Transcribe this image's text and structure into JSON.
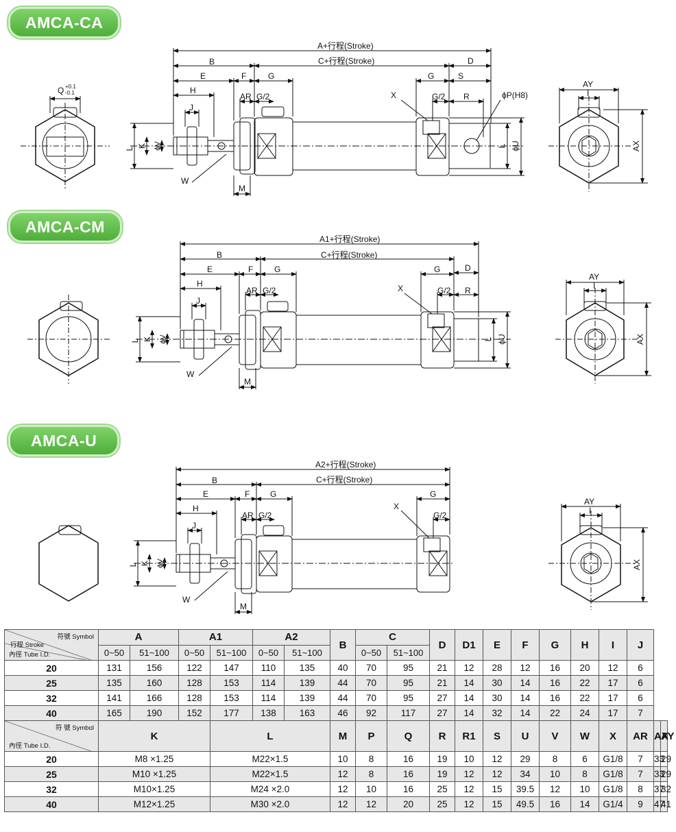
{
  "sections": [
    {
      "badge": "AMCA-CA"
    },
    {
      "badge": "AMCA-CM"
    },
    {
      "badge": "AMCA-U"
    }
  ],
  "dims_ca": {
    "q": "Q",
    "q_tol_up": "+0.1",
    "q_tol_dn": "-0.1",
    "a": "A+行程(Stroke)",
    "c": "C+行程(Stroke)",
    "b": "B",
    "d": "D",
    "e": "E",
    "f": "F",
    "g": "G",
    "g2": "G/2",
    "h": "H",
    "j": "J",
    "ar": "AR",
    "s": "S",
    "r": "R",
    "x": "X",
    "p": "ϕP(H8)",
    "l": "L",
    "k": "K",
    "v": "ϕV",
    "u": "ϕU",
    "w": "W",
    "m": "M",
    "ay": "AY",
    "i": "I",
    "ax": "AX"
  },
  "dims_cm": {
    "a1": "A1+行程(Stroke)",
    "c": "C+行程(Stroke)"
  },
  "dims_u": {
    "a2": "A2+行程(Stroke)",
    "c": "C+行程(Stroke)"
  },
  "table": {
    "corner1": {
      "symbol": "符號 Symbol",
      "stroke": "行程 Stroke",
      "tube": "內徑 Tube I.D."
    },
    "corner2": {
      "symbol": "符 號 Symbol",
      "tube": "內徑 Tube I.D."
    },
    "h1": [
      "A",
      "A1",
      "A2",
      "B",
      "C",
      "D",
      "D1",
      "E",
      "F",
      "G",
      "H",
      "I",
      "J"
    ],
    "stroke_ranges": [
      "0~50",
      "51~100"
    ],
    "rows1": [
      [
        "20",
        "131",
        "156",
        "122",
        "147",
        "110",
        "135",
        "40",
        "70",
        "95",
        "21",
        "12",
        "28",
        "12",
        "16",
        "20",
        "12",
        "6"
      ],
      [
        "25",
        "135",
        "160",
        "128",
        "153",
        "114",
        "139",
        "44",
        "70",
        "95",
        "21",
        "14",
        "30",
        "14",
        "16",
        "22",
        "17",
        "6"
      ],
      [
        "32",
        "141",
        "166",
        "128",
        "153",
        "114",
        "139",
        "44",
        "70",
        "95",
        "27",
        "14",
        "30",
        "14",
        "16",
        "22",
        "17",
        "6"
      ],
      [
        "40",
        "165",
        "190",
        "152",
        "177",
        "138",
        "163",
        "46",
        "92",
        "117",
        "27",
        "14",
        "32",
        "14",
        "22",
        "24",
        "17",
        "7"
      ]
    ],
    "h2": [
      "K",
      "L",
      "M",
      "P",
      "Q",
      "R",
      "R1",
      "S",
      "U",
      "V",
      "W",
      "X",
      "AR",
      "AX",
      "AY"
    ],
    "rows2": [
      [
        "20",
        "M8 ×1.25",
        "M22×1.5",
        "10",
        "8",
        "16",
        "19",
        "10",
        "12",
        "29",
        "8",
        "6",
        "G1/8",
        "7",
        "33",
        "29"
      ],
      [
        "25",
        "M10 ×1.25",
        "M22×1.5",
        "12",
        "8",
        "16",
        "19",
        "12",
        "12",
        "34",
        "10",
        "8",
        "G1/8",
        "7",
        "33",
        "29"
      ],
      [
        "32",
        "M10×1.25",
        "M24 ×2.0",
        "12",
        "10",
        "16",
        "25",
        "12",
        "15",
        "39.5",
        "12",
        "10",
        "G1/8",
        "8",
        "37",
        "32"
      ],
      [
        "40",
        "M12×1.25",
        "M30 ×2.0",
        "12",
        "12",
        "20",
        "25",
        "12",
        "15",
        "49.5",
        "16",
        "14",
        "G1/4",
        "9",
        "47",
        "41"
      ]
    ]
  }
}
